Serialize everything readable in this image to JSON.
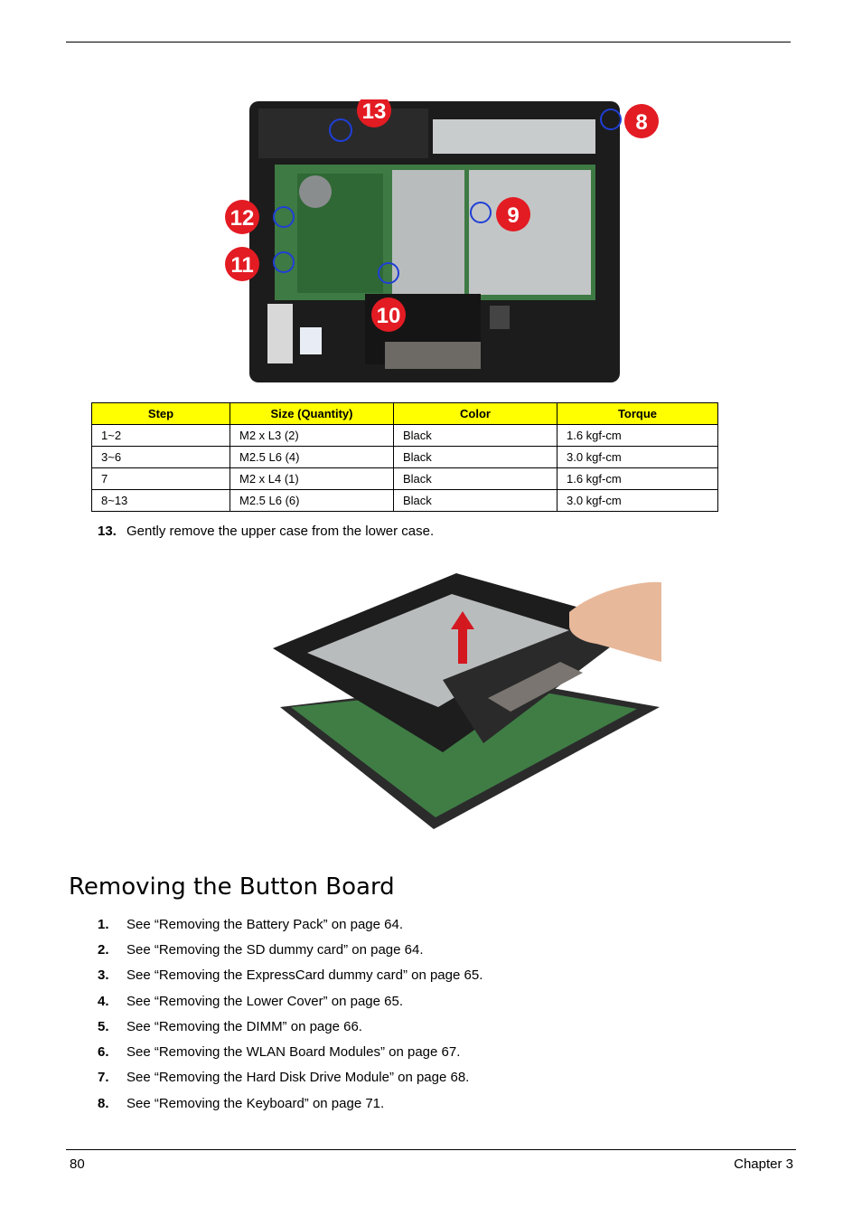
{
  "figure1": {
    "callouts": [
      "13",
      "8",
      "12",
      "9",
      "11",
      "10"
    ],
    "colors": {
      "case": "#1c1c1c",
      "board": "#3e7a43",
      "shield": "#b9bcbd",
      "callout": "#e31b23",
      "screw_ring": "#1f3fd6"
    }
  },
  "table": {
    "headers": [
      "Step",
      "Size (Quantity)",
      "Color",
      "Torque"
    ],
    "rows": [
      [
        "1~2",
        "M2 x L3 (2)",
        "Black",
        "1.6 kgf-cm"
      ],
      [
        "3~6",
        "M2.5 L6 (4)",
        "Black",
        "3.0 kgf-cm"
      ],
      [
        "7",
        "M2 x L4 (1)",
        "Black",
        "1.6 kgf-cm"
      ],
      [
        "8~13",
        "M2.5 L6 (6)",
        "Black",
        "3.0 kgf-cm"
      ]
    ],
    "header_color": "#ffff00"
  },
  "step13": {
    "num": "13.",
    "text": "Gently remove the upper case from the lower case."
  },
  "section": {
    "title": "Removing the Button Board",
    "steps": [
      {
        "num": "1.",
        "text": "See “Removing the Battery Pack” on page 64."
      },
      {
        "num": "2.",
        "text": "See “Removing the SD dummy card” on page 64."
      },
      {
        "num": "3.",
        "text": "See “Removing the ExpressCard dummy card” on page 65."
      },
      {
        "num": "4.",
        "text": "See “Removing the Lower Cover” on page 65."
      },
      {
        "num": "5.",
        "text": "See “Removing the DIMM” on page 66."
      },
      {
        "num": "6.",
        "text": "See “Removing the WLAN Board Modules” on page 67."
      },
      {
        "num": "7.",
        "text": "See “Removing the Hard Disk Drive Module” on page 68."
      },
      {
        "num": "8.",
        "text": "See “Removing the Keyboard” on page 71."
      }
    ]
  },
  "footer": {
    "page": "80",
    "chapter": "Chapter 3"
  }
}
